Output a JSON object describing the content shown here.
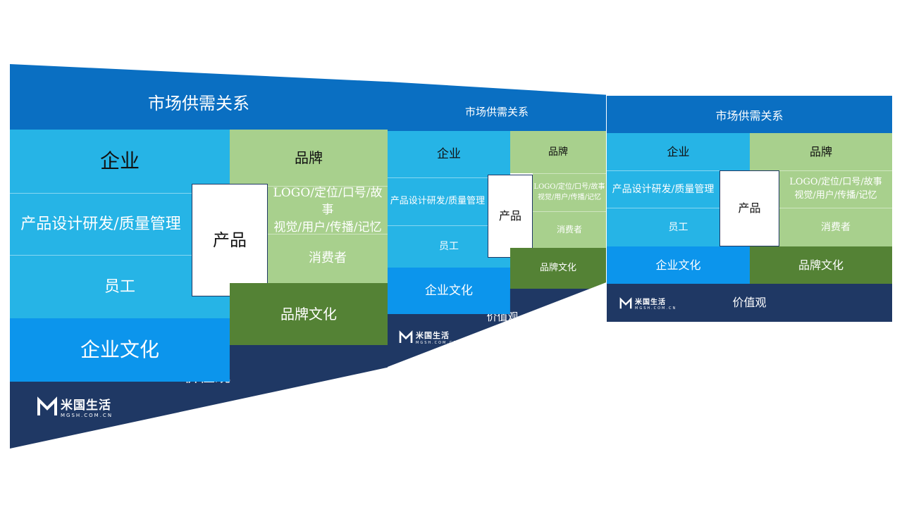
{
  "diagram": {
    "market": "市场供需关系",
    "enterprise": "企业",
    "brand": "品牌",
    "product_design": "产品设计研发/质量管理",
    "employee": "员工",
    "product": "产品",
    "brand_assets_line1": "LOGO/定位/口号/故事",
    "brand_assets_line2": "视觉/用户/传播/记忆",
    "consumer": "消费者",
    "enterprise_culture": "企业文化",
    "brand_culture": "品牌文化",
    "values": "价值观"
  },
  "logo": {
    "name": "米国生活",
    "url": "MGSH.COM.CN"
  },
  "colors": {
    "market": "#0a6fc2",
    "enterprise": "#26b4e6",
    "brand": "#a8d08d",
    "enterprise_culture": "#0c95ec",
    "brand_culture": "#548235",
    "values": "#1f3864"
  }
}
